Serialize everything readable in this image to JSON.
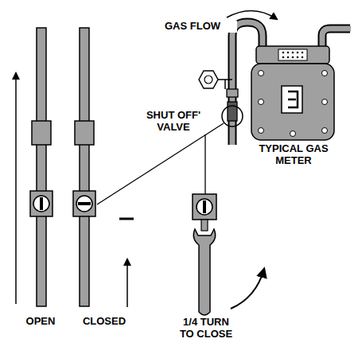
{
  "diagram": {
    "labels": [
      "GAS FLOW",
      "SHUT OFF' VALVE",
      "TYPICAL GAS METER",
      "OPEN",
      "CLOSED",
      "1/4 TURN TO CLOSE"
    ]
  }
}
